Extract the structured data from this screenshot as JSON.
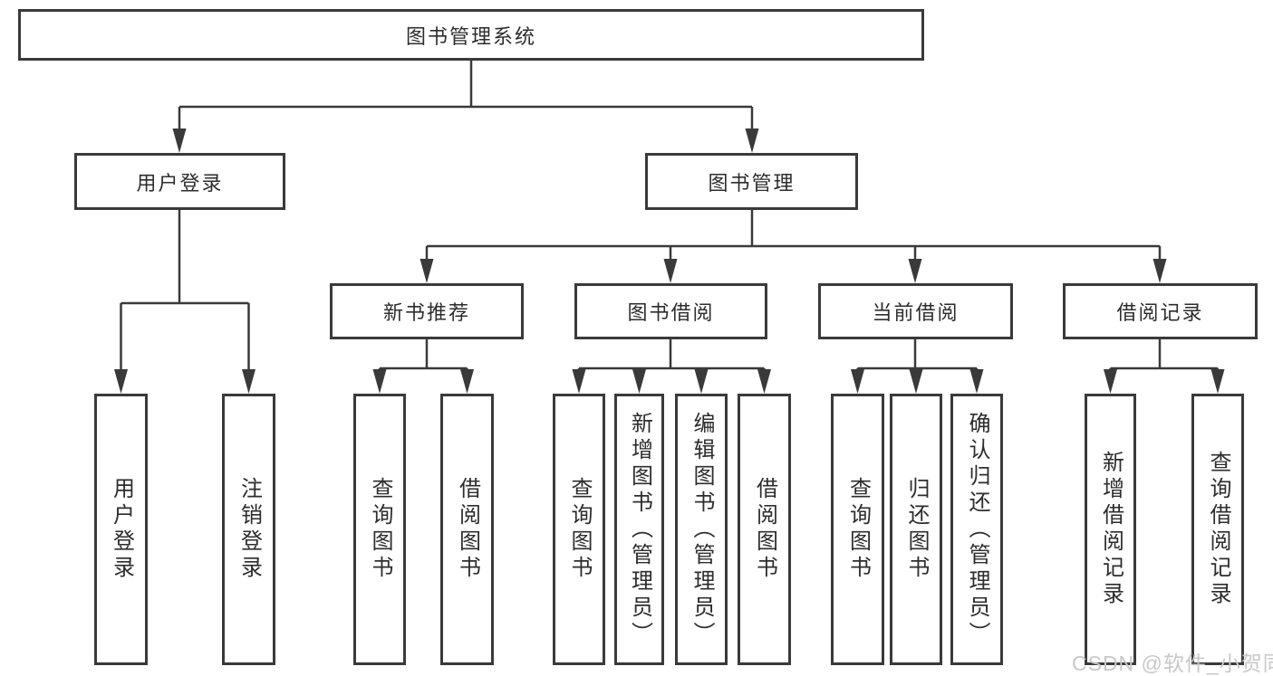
{
  "tree": {
    "root": "图书管理系统",
    "branches": [
      {
        "label": "用户登录",
        "children": [
          "用户登录",
          "注销登录"
        ]
      },
      {
        "label": "图书管理",
        "sections": [
          {
            "label": "新书推荐",
            "children": [
              "查询图书",
              "借阅图书"
            ]
          },
          {
            "label": "图书借阅",
            "children": [
              "查询图书",
              "新增图书（管理员）",
              "编辑图书（管理员）",
              "借阅图书"
            ]
          },
          {
            "label": "当前借阅",
            "children": [
              "查询图书",
              "归还图书",
              "确认归还（管理员）"
            ]
          },
          {
            "label": "借阅记录",
            "children": [
              "新增借阅记录",
              "查询借阅记录"
            ]
          }
        ]
      }
    ]
  },
  "watermark": "CSDN @软件_小贺同学",
  "colors": {
    "line": "#3a3a3a",
    "text": "#2d2d2d",
    "watermark_text": "#c8c8c8",
    "background": "#ffffff"
  }
}
